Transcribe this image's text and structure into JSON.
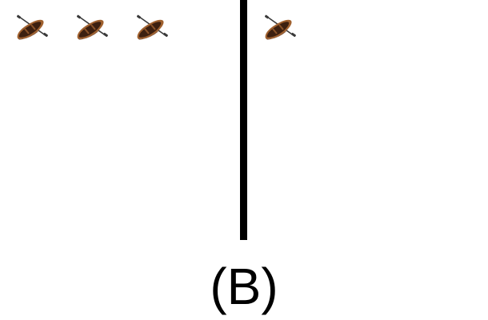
{
  "figure": {
    "label": "(B)",
    "left_group": {
      "count": 3,
      "icon": "rowboat-icon"
    },
    "right_group": {
      "count": 1,
      "icon": "rowboat-icon"
    }
  },
  "colors": {
    "boat_hull": "#6b3a1e",
    "boat_inner": "#3d2010",
    "boat_rim": "#a0612f",
    "oar": "#3a3a3a",
    "divider": "#000000"
  }
}
